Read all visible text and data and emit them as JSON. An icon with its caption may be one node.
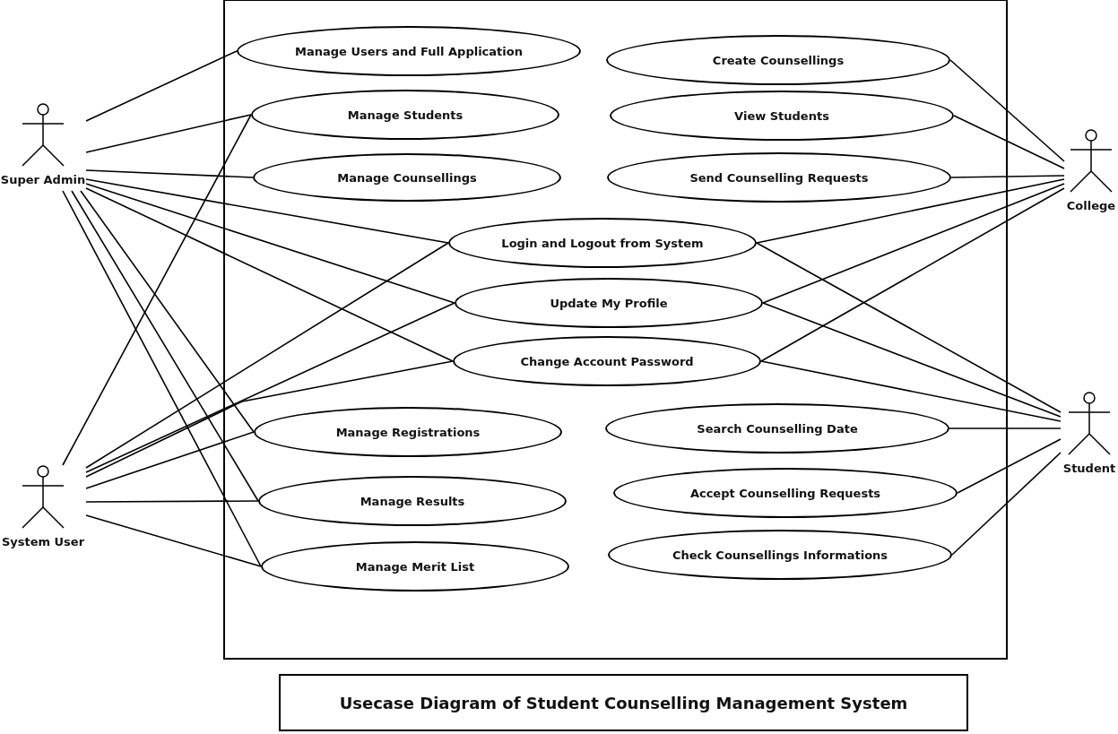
{
  "diagram": {
    "title": "Usecase Diagram of Student Counselling Management System",
    "nodes": [
      {
        "text": [
          "Super Admin"
        ]
      },
      {
        "text": [
          "System User"
        ]
      },
      {
        "text": [
          "College"
        ]
      },
      {
        "text": [
          "Student"
        ]
      },
      {
        "text": [
          "Manage Users and Full Application"
        ]
      },
      {
        "text": [
          "Create Counsellings"
        ]
      },
      {
        "text": [
          "Manage Students"
        ]
      },
      {
        "text": [
          "View Students"
        ]
      },
      {
        "text": [
          "Manage Counsellings"
        ]
      },
      {
        "text": [
          "Send Counselling Requests"
        ]
      },
      {
        "text": [
          "Login and Logout from System"
        ]
      },
      {
        "text": [
          "Update My Profile"
        ]
      },
      {
        "text": [
          "Change Account Password"
        ]
      },
      {
        "text": [
          "Search Counselling Date"
        ]
      },
      {
        "text": [
          "Manage Registrations"
        ]
      },
      {
        "text": [
          "Accept Counselling Requests"
        ]
      },
      {
        "text": [
          "Manage Results"
        ]
      },
      {
        "text": [
          "Check Counsellings Informations"
        ]
      },
      {
        "text": [
          "Manage Merit List"
        ]
      }
    ],
    "edges": [
      {
        "from": 0,
        "to": 4,
        "arrow": "none"
      },
      {
        "from": 0,
        "to": 6,
        "arrow": "none"
      },
      {
        "from": 0,
        "to": 8,
        "arrow": "none"
      },
      {
        "from": 0,
        "to": 10,
        "arrow": "none"
      },
      {
        "from": 0,
        "to": 11,
        "arrow": "none"
      },
      {
        "from": 0,
        "to": 12,
        "arrow": "none"
      },
      {
        "from": 0,
        "to": 14,
        "arrow": "none"
      },
      {
        "from": 0,
        "to": 16,
        "arrow": "none"
      },
      {
        "from": 0,
        "to": 18,
        "arrow": "none"
      },
      {
        "from": 1,
        "to": 6,
        "arrow": "none"
      },
      {
        "from": 1,
        "to": 10,
        "arrow": "none"
      },
      {
        "from": 1,
        "to": 11,
        "arrow": "none"
      },
      {
        "from": 1,
        "to": 12,
        "arrow": "none"
      },
      {
        "from": 1,
        "to": 14,
        "arrow": "none"
      },
      {
        "from": 1,
        "to": 16,
        "arrow": "none"
      },
      {
        "from": 1,
        "to": 18,
        "arrow": "none"
      },
      {
        "from": 2,
        "to": 5,
        "arrow": "none"
      },
      {
        "from": 2,
        "to": 7,
        "arrow": "none"
      },
      {
        "from": 2,
        "to": 9,
        "arrow": "none"
      },
      {
        "from": 2,
        "to": 10,
        "arrow": "none"
      },
      {
        "from": 2,
        "to": 11,
        "arrow": "none"
      },
      {
        "from": 2,
        "to": 12,
        "arrow": "none"
      },
      {
        "from": 3,
        "to": 10,
        "arrow": "none"
      },
      {
        "from": 3,
        "to": 11,
        "arrow": "none"
      },
      {
        "from": 3,
        "to": 12,
        "arrow": "none"
      },
      {
        "from": 3,
        "to": 13,
        "arrow": "none"
      },
      {
        "from": 3,
        "to": 15,
        "arrow": "none"
      },
      {
        "from": 3,
        "to": 17,
        "arrow": "none"
      }
    ]
  }
}
